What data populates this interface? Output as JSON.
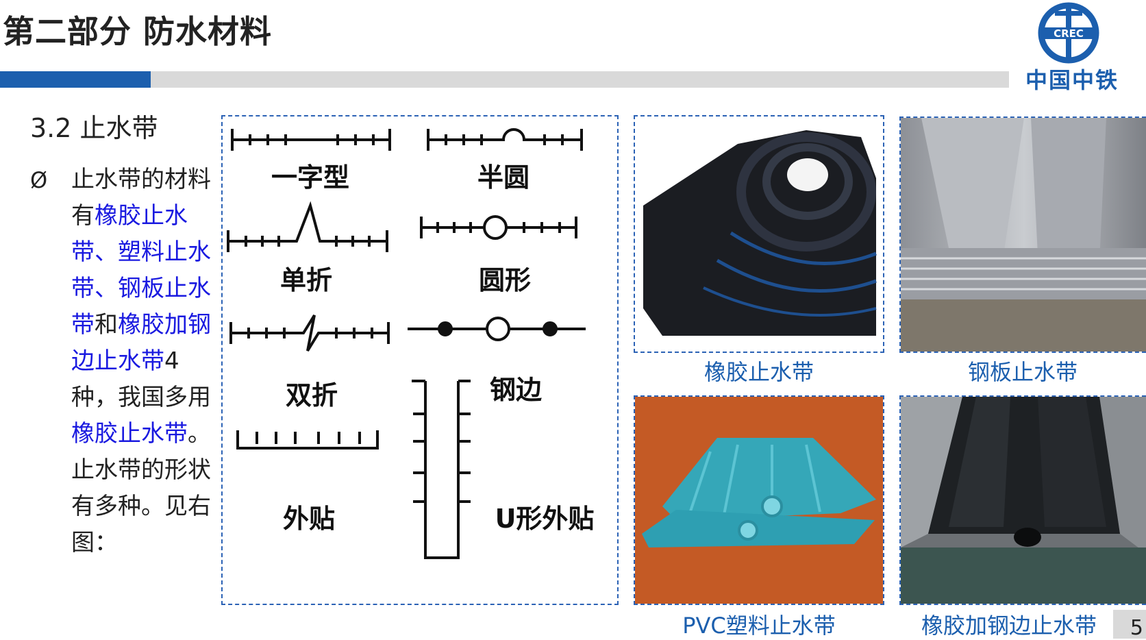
{
  "header": {
    "title": "第二部分  防水材料",
    "logo_text": "中国中铁",
    "logo_mark": "CREC",
    "accent_blue": "#1c5fae"
  },
  "section": {
    "heading": "3.2  止水带",
    "bullet_symbol": "Ø",
    "paragraph_parts": [
      {
        "text": "止水带的材料有",
        "highlight": false
      },
      {
        "text": "橡胶止水带、塑料止水带、钢板止水带",
        "highlight": true
      },
      {
        "text": "和",
        "highlight": false
      },
      {
        "text": "橡胶加钢边止水带",
        "highlight": true
      },
      {
        "text": "4种，我国多用",
        "highlight": false
      },
      {
        "text": "橡胶止水带",
        "highlight": true
      },
      {
        "text": "。止水带的形状有多种。见右图：",
        "highlight": false
      }
    ]
  },
  "diagram": {
    "labels": {
      "flat": "一字型",
      "half_round": "半圆",
      "single_fold": "单折",
      "round": "圆形",
      "double_fold": "双折",
      "steel_edge": "钢边",
      "external": "外贴",
      "u_external": "U形外贴"
    }
  },
  "photos": [
    {
      "caption": "橡胶止水带"
    },
    {
      "caption": "钢板止水带"
    },
    {
      "caption": "PVC塑料止水带"
    },
    {
      "caption": "橡胶加钢边止水带"
    }
  ],
  "page_number": "5"
}
